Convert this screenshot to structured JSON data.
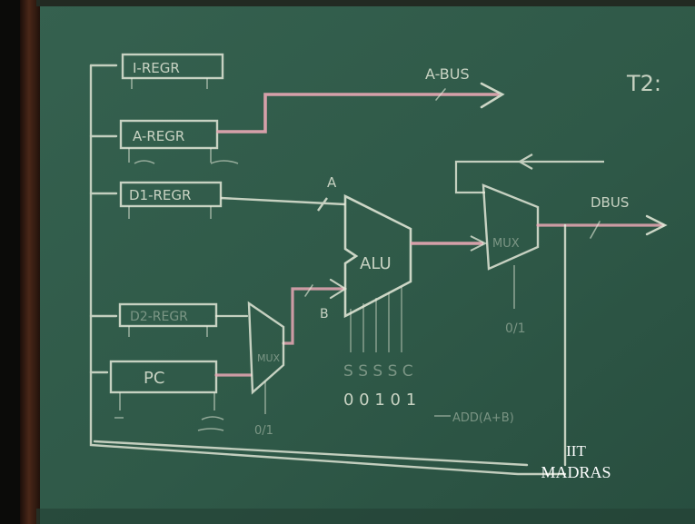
{
  "board": {
    "title": "T2:",
    "bus_a": "A-BUS",
    "bus_d": "DBUS",
    "registers": {
      "i_regr": "I-REGR",
      "a_regr": "A-REGR",
      "d1_regr": "D1-REGR",
      "d2_regr": "D2-REGR",
      "pc": "PC"
    },
    "units": {
      "alu": "ALU",
      "mux_right": "MUX",
      "mux_left": "MUX"
    },
    "input_labels": {
      "alu_a": "A",
      "alu_b": "B"
    },
    "select_labels": {
      "mux_right": "0/1",
      "mux_left": "0/1"
    },
    "control_code": {
      "letters": "S S S S C",
      "bits": "0 0 1 0 1",
      "note": "ADD(A+B)"
    }
  },
  "watermark": {
    "line1": "IIT",
    "line2": "MADRAS"
  },
  "colors": {
    "board": "#2f5948",
    "chalk": "#e8ecdc",
    "chalk_pink": "#e8a7b4",
    "frame": "#3a1f14"
  }
}
